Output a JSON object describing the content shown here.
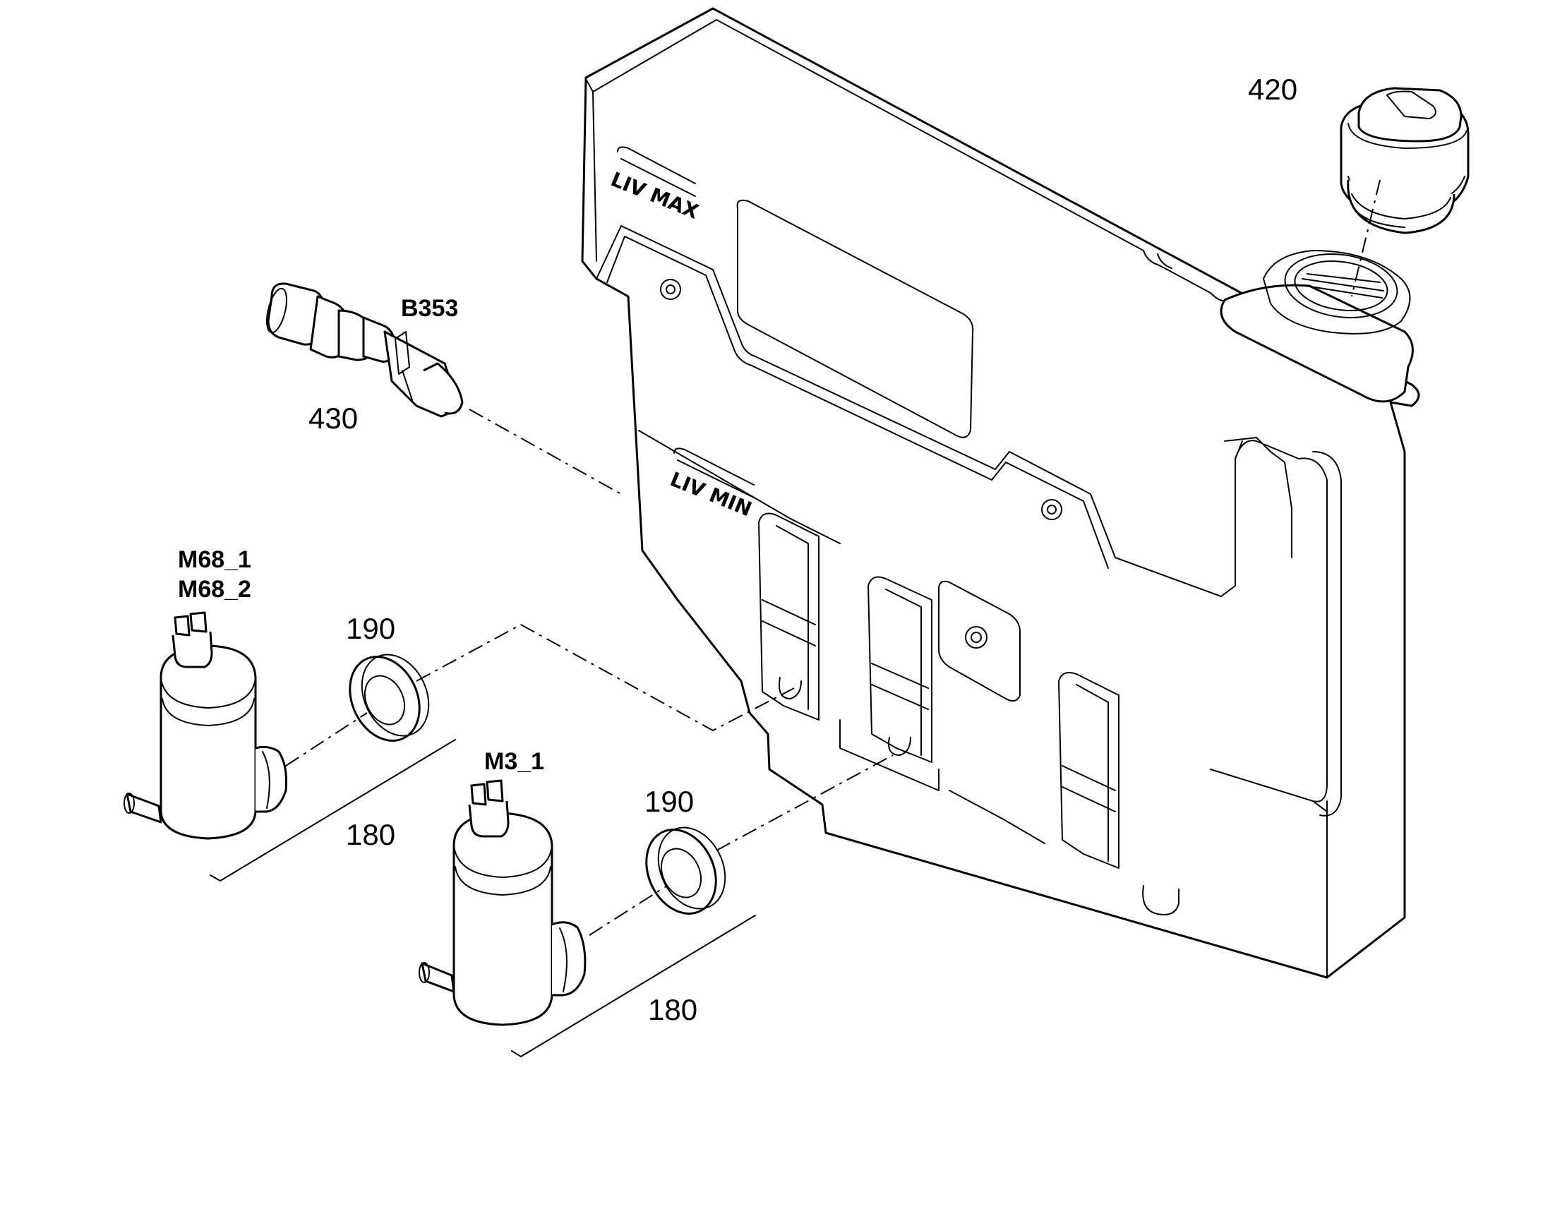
{
  "callouts": {
    "cap": "420",
    "sensor_code": "B353",
    "sensor": "430",
    "pump_upper_codes": [
      "M68_1",
      "M68_2"
    ],
    "grommet_upper": "190",
    "mount_upper": "180",
    "pump_lower_code": "M3_1",
    "grommet_lower": "190",
    "mount_lower": "180"
  },
  "tank_markings": {
    "level_max": "LIV  MAX",
    "level_min": "LIV  MIN"
  }
}
